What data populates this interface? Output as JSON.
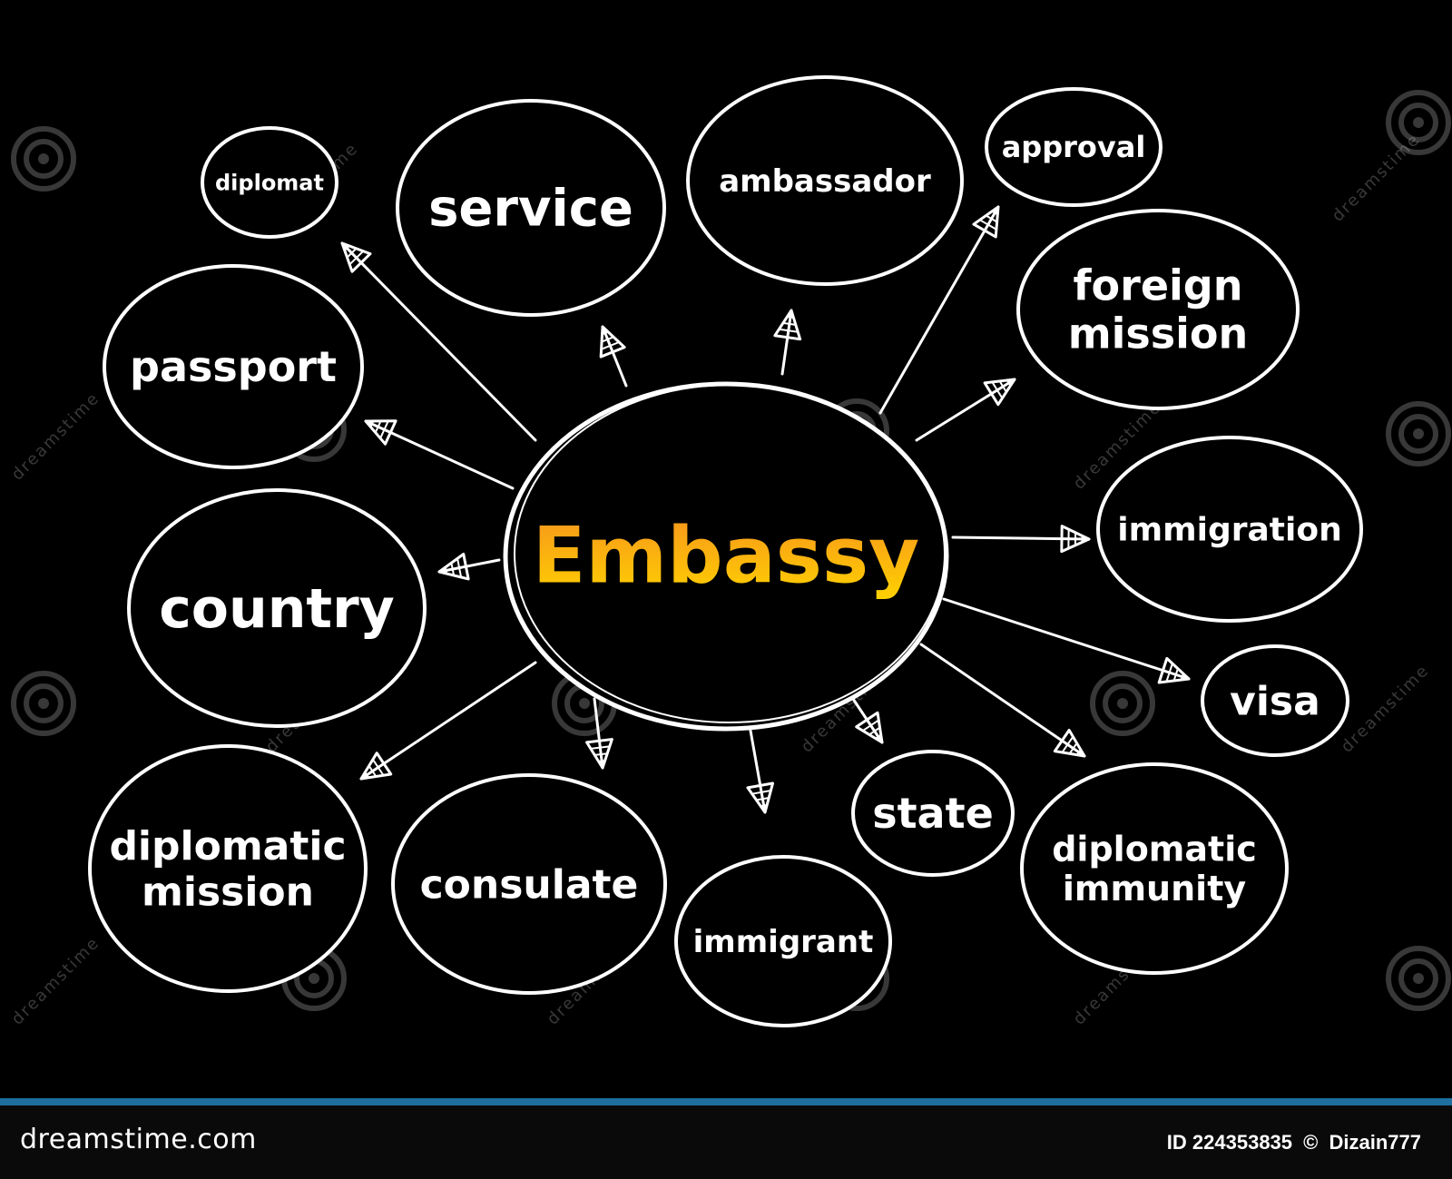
{
  "diagram": {
    "center": {
      "label": "Embassy"
    },
    "nodes": [
      {
        "id": "diplomat",
        "lines": [
          "diplomat"
        ]
      },
      {
        "id": "service",
        "lines": [
          "service"
        ]
      },
      {
        "id": "ambassador",
        "lines": [
          "ambassador"
        ]
      },
      {
        "id": "approval",
        "lines": [
          "approval"
        ]
      },
      {
        "id": "foreign-mission",
        "lines": [
          "foreign",
          "mission"
        ]
      },
      {
        "id": "passport",
        "lines": [
          "passport"
        ]
      },
      {
        "id": "country",
        "lines": [
          "country"
        ]
      },
      {
        "id": "immigration",
        "lines": [
          "immigration"
        ]
      },
      {
        "id": "visa",
        "lines": [
          "visa"
        ]
      },
      {
        "id": "diplomatic-mission",
        "lines": [
          "diplomatic",
          "mission"
        ]
      },
      {
        "id": "consulate",
        "lines": [
          "consulate"
        ]
      },
      {
        "id": "immigrant",
        "lines": [
          "immigrant"
        ]
      },
      {
        "id": "state",
        "lines": [
          "state"
        ]
      },
      {
        "id": "diplomatic-immunity",
        "lines": [
          "diplomatic",
          "immunity"
        ]
      }
    ]
  },
  "watermark": {
    "text": "dreamstime"
  },
  "footer": {
    "brand": "dreamstime.com",
    "id_text": "ID 224353835",
    "copyright_symbol": "©",
    "author": "Dizain777"
  },
  "colors": {
    "background": "#000000",
    "line": "#ffffff",
    "center_gradient_top": "#f7941d",
    "center_gradient_bottom": "#ffd200",
    "footer_bar": "#1e6f9e"
  }
}
